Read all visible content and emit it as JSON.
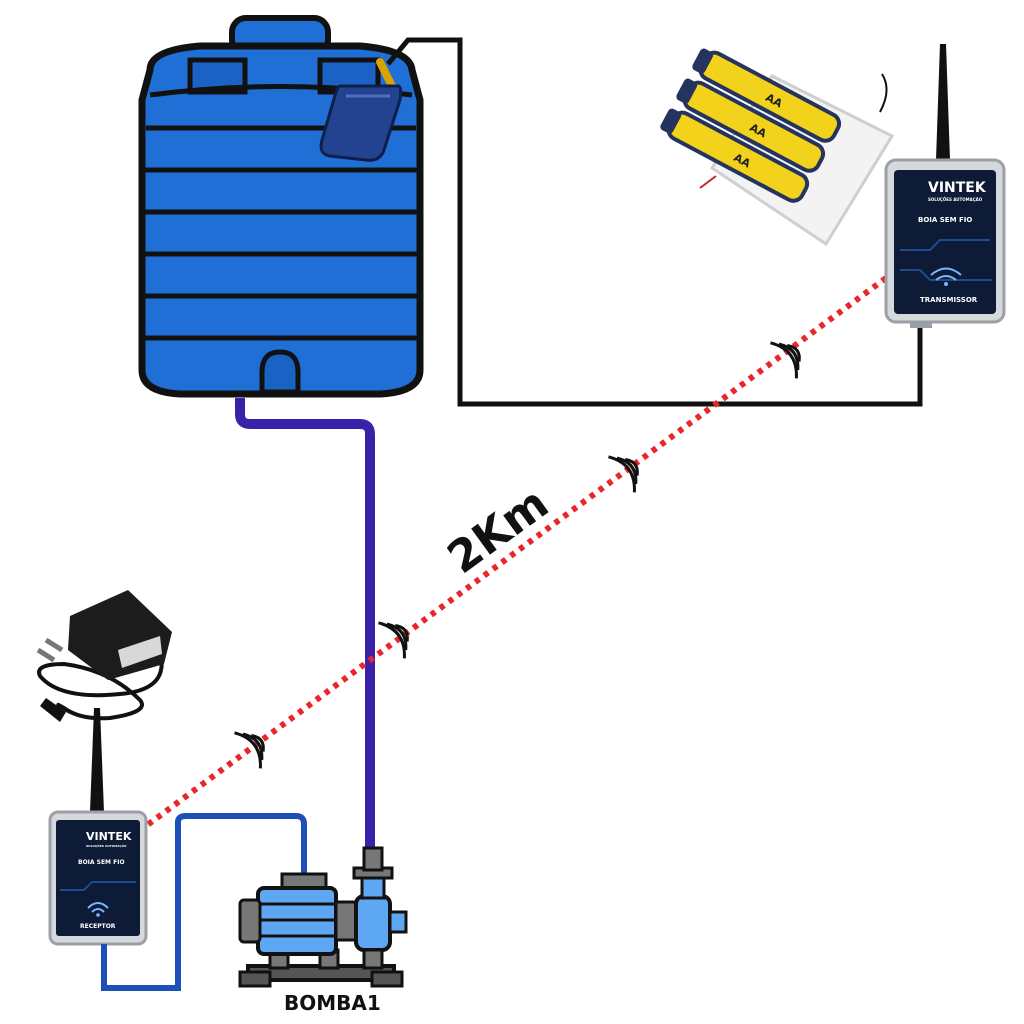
{
  "distance_label": "2Km",
  "pump_label": "BOMBA1",
  "transmitter": {
    "brand": "VINTEK",
    "tagline": "SOLUÇÕES AUTOMAÇÃO",
    "title": "BOIA SEM FIO",
    "role": "TRANSMISSOR"
  },
  "receiver": {
    "brand": "VINTEK",
    "tagline": "SOLUÇÕES AUTOMAÇÃO",
    "title": "BOIA SEM FIO",
    "role": "RECEPTOR"
  },
  "battery_marks": [
    "AA",
    "AA",
    "AA"
  ],
  "colors": {
    "tank": "#1f6fd6",
    "tank_dark": "#114a9c",
    "water_pipe": "#3a22a8",
    "signal": "#e8262b",
    "pump_cable": "#1c4fb8",
    "outline": "#111111",
    "battery": "#f2d21b"
  }
}
